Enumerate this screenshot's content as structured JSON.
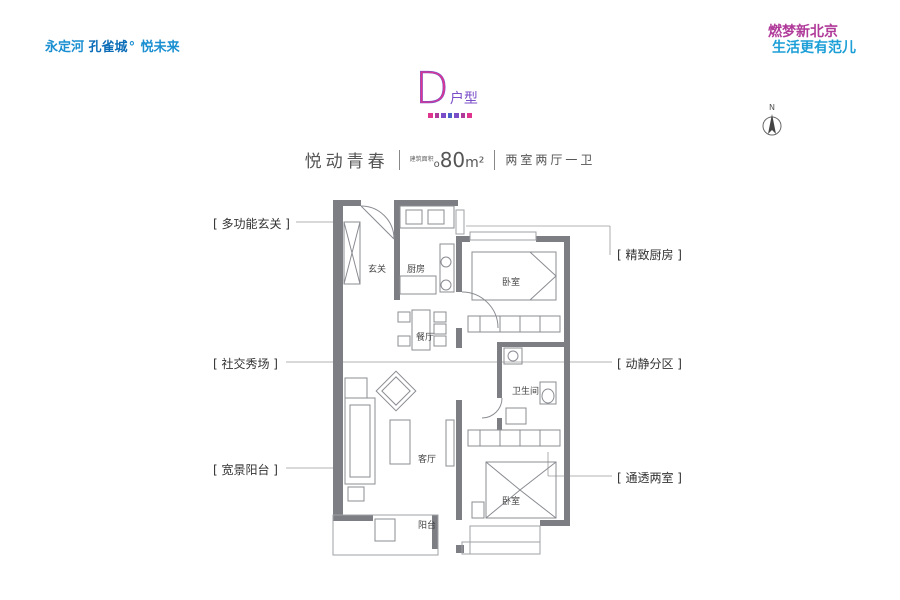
{
  "brand": {
    "left_part1": "永定河",
    "left_part2": "孔雀城",
    "left_part3": "悦未来",
    "slogan_line1": "燃梦新北京",
    "slogan_line2": "生活更有范儿"
  },
  "unit": {
    "type_letter": "D",
    "type_suffix": "户型",
    "name": "悦动青春",
    "area_caption": "建筑面积",
    "area_value": "80",
    "area_unit": "m²",
    "rooms": "两室两厅一卫"
  },
  "compass": {
    "label": "N"
  },
  "callouts": {
    "entrance": "[ 多功能玄关 ]",
    "kitchen": "[ 精致厨房 ]",
    "social": "[ 社交秀场 ]",
    "zoning": "[ 动静分区 ]",
    "balcony_view": "[ 宽景阳台 ]",
    "two_rooms": "[ 通透两室 ]"
  },
  "rooms": {
    "foyer": "玄关",
    "kitchen": "厨房",
    "bedroom_top": "卧室",
    "dining": "餐厅",
    "bathroom": "卫生间",
    "living": "客厅",
    "bedroom_bottom": "卧室",
    "balcony": "阳台"
  },
  "colors": {
    "brand_blue": "#1a8fd1",
    "brand_magenta": "#e0358f",
    "brand_purple": "#7a4ec8",
    "wall": "#7c7e84"
  }
}
